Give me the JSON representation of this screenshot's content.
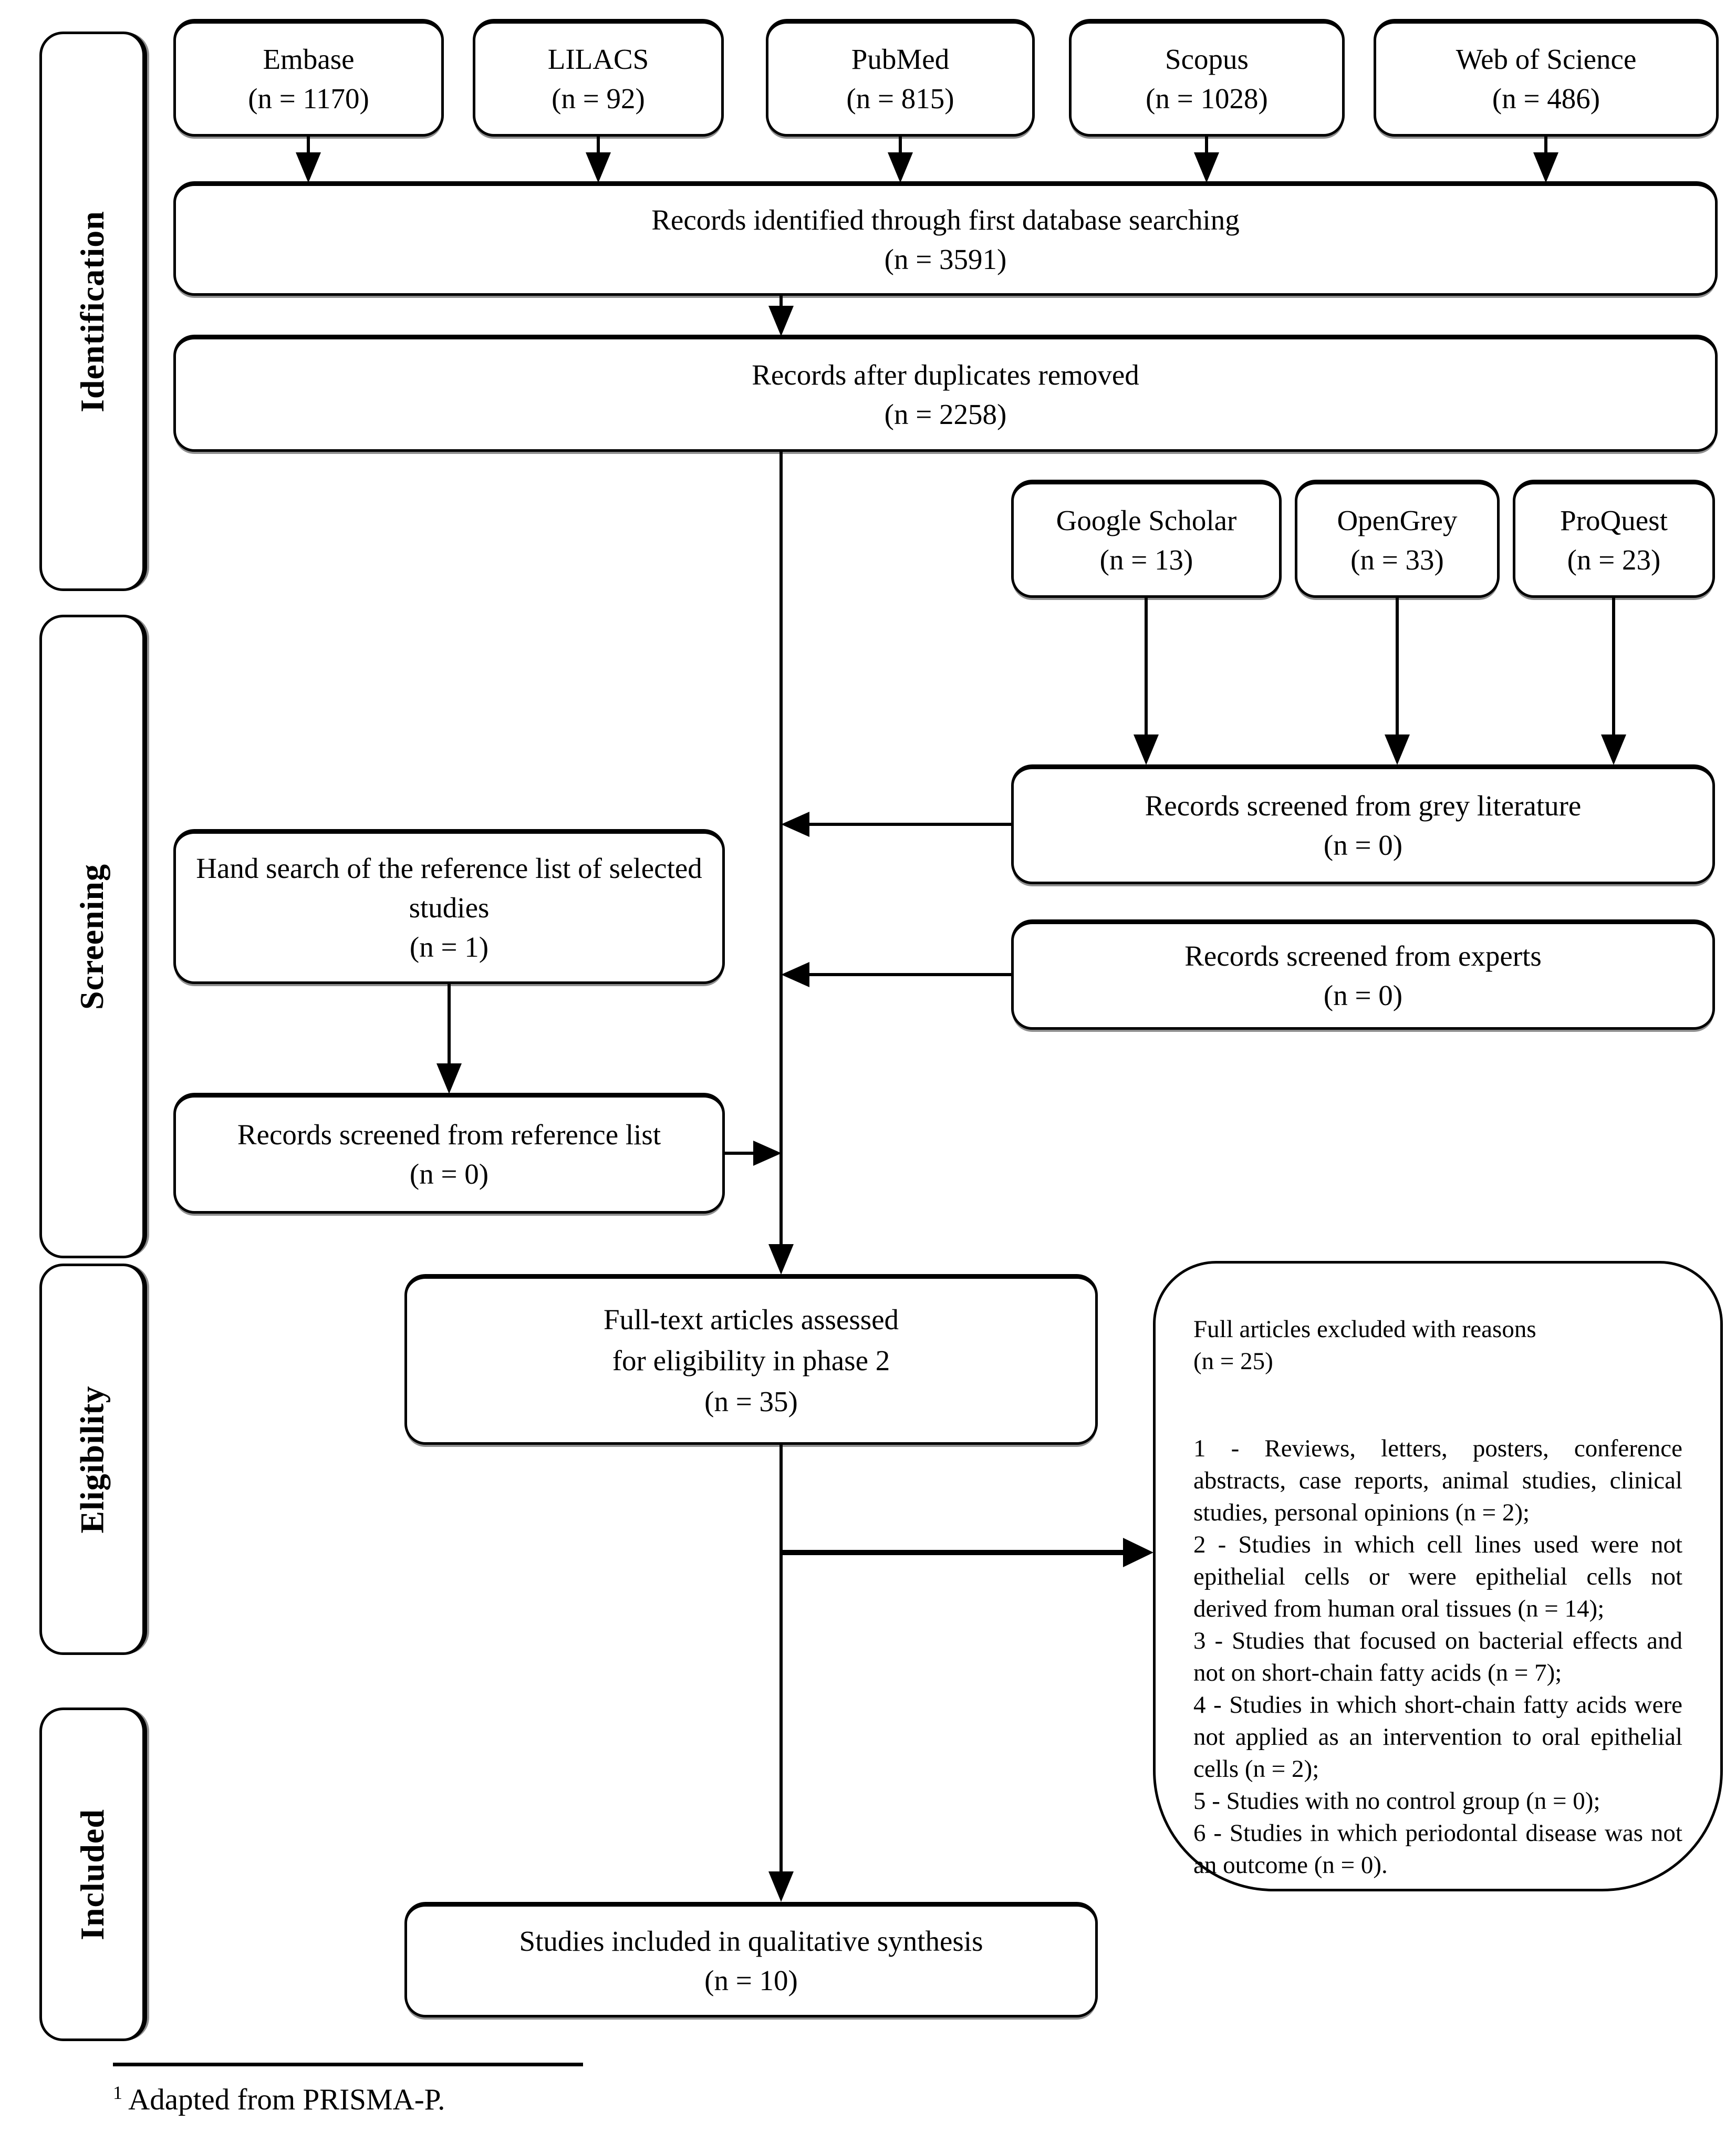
{
  "stages": [
    {
      "label": "Identification"
    },
    {
      "label": "Screening"
    },
    {
      "label": "Eligibility"
    },
    {
      "label": "Included"
    }
  ],
  "boxes": {
    "embase": {
      "title": "Embase",
      "count": "(n = 1170)"
    },
    "lilacs": {
      "title": "LILACS",
      "count": "(n = 92)"
    },
    "pubmed": {
      "title": "PubMed",
      "count": "(n = 815)"
    },
    "scopus": {
      "title": "Scopus",
      "count": "(n = 1028)"
    },
    "web_of_science": {
      "title": "Web of Science",
      "count": "(n = 486)"
    },
    "identified": {
      "title": "Records identified through first database searching",
      "count": "(n = 3591)"
    },
    "duplicates": {
      "title": "Records after duplicates removed",
      "count": "(n = 2258)"
    },
    "google_scholar": {
      "title": "Google Scholar",
      "count": "(n = 13)"
    },
    "opengrey": {
      "title": "OpenGrey",
      "count": "(n = 33)"
    },
    "proquest": {
      "title": "ProQuest",
      "count": "(n = 23)"
    },
    "grey_literature": {
      "title": "Records screened from grey literature",
      "count": "(n = 0)"
    },
    "hand_search": {
      "title": "Hand search of the reference list of selected studies",
      "count": "(n = 1)"
    },
    "experts": {
      "title": "Records screened from experts",
      "count": "(n = 0)"
    },
    "reference_list": {
      "title": "Records screened from reference list",
      "count": "(n = 0)"
    },
    "full_text": {
      "line1": "Full-text articles assessed",
      "line2": "for eligibility in phase 2",
      "count": "(n = 35)"
    },
    "excluded": {
      "title": "Full articles excluded with reasons",
      "count": "(n = 25)",
      "reasons": [
        "1 - Reviews, letters, posters, conference abstracts, case reports, animal studies, clinical studies, personal opinions (n = 2);",
        "2 - Studies in which cell lines used were not epithelial cells or were epithelial cells not derived from human oral tissues (n = 14);",
        "3 - Studies that focused on bacterial effects and not on short-chain fatty acids (n = 7);",
        "4 - Studies in which short-chain fatty acids were not applied as an intervention to oral epithelial cells (n = 2);",
        "5 - Studies with no control group (n = 0);",
        "6 - Studies in which periodontal disease was not an outcome (n = 0)."
      ]
    },
    "included_studies": {
      "title": "Studies included in qualitative synthesis",
      "count": "(n = 10)"
    }
  },
  "footnote": {
    "marker": "1",
    "text": " Adapted from PRISMA-P."
  },
  "colors": {
    "ink": "#000000",
    "paper": "#ffffff"
  }
}
